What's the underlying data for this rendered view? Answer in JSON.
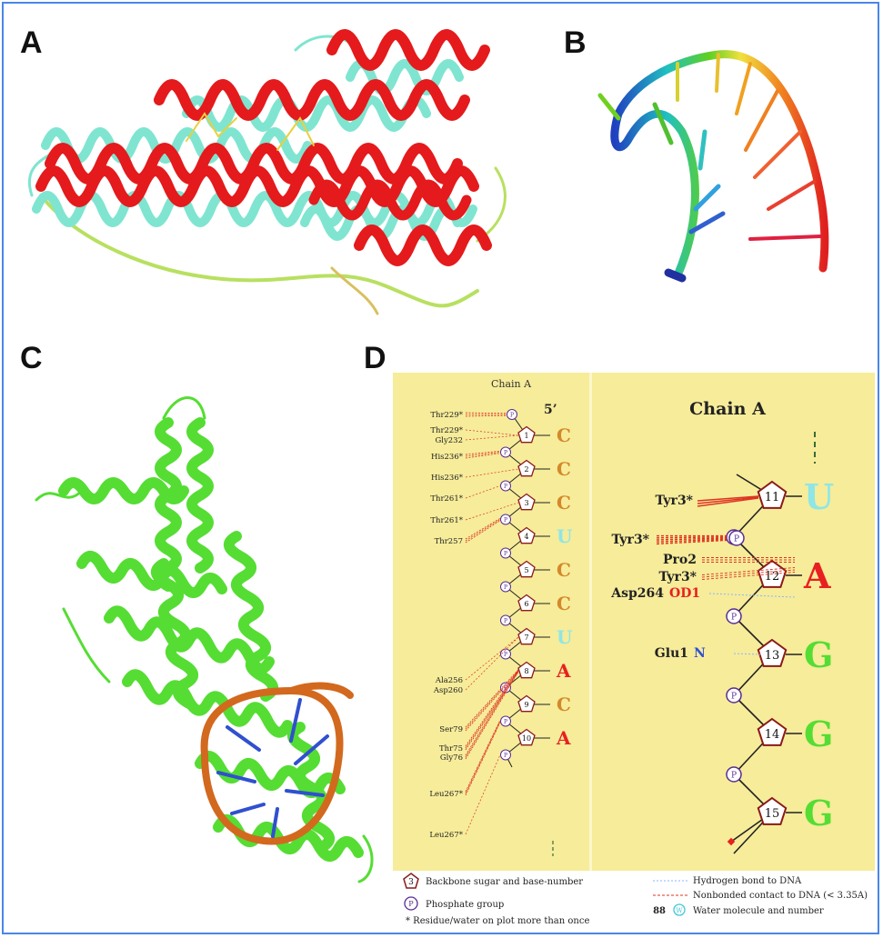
{
  "panels": {
    "a": {
      "letter": "A"
    },
    "b": {
      "letter": "B"
    },
    "c": {
      "letter": "C"
    },
    "d": {
      "letter": "D"
    }
  },
  "colors": {
    "helix_red": "#e41a1c",
    "helix_cyan": "#7fe5d0",
    "helix_green": "#55dd33",
    "rna_orange": "#d2691e",
    "rna_blue": "#3050d0",
    "panel_bg": "#f6ec9a",
    "hbond": "#8ab4ff",
    "nonbonded": "#dd3322",
    "phosphate": "#5a2d91",
    "sugar": "#8b1a1a",
    "base_C": "#d4882a",
    "base_U": "#8ee6e6",
    "base_A": "#e82020",
    "base_G": "#55dd33"
  },
  "left_plot": {
    "title": "Chain A",
    "end_label": "5’",
    "nucleotides": [
      {
        "num": "1",
        "base": "C"
      },
      {
        "num": "2",
        "base": "C"
      },
      {
        "num": "3",
        "base": "C"
      },
      {
        "num": "4",
        "base": "U"
      },
      {
        "num": "5",
        "base": "C"
      },
      {
        "num": "6",
        "base": "C"
      },
      {
        "num": "7",
        "base": "U"
      },
      {
        "num": "8",
        "base": "A"
      },
      {
        "num": "9",
        "base": "C"
      },
      {
        "num": "10",
        "base": "A"
      }
    ],
    "residues": [
      {
        "label": "Thr229*",
        "target": "P0"
      },
      {
        "label": "Thr229*",
        "target": "S1"
      },
      {
        "label": "Gly232",
        "target": "S1"
      },
      {
        "label": "His236*",
        "target": "P1"
      },
      {
        "label": "His236*",
        "target": "S2"
      },
      {
        "label": "Thr261*",
        "target": "P2"
      },
      {
        "label": "Thr261*",
        "target": "S3"
      },
      {
        "label": "Thr257",
        "target": "P3"
      },
      {
        "label": "Ala256",
        "target": "S7"
      },
      {
        "label": "Asp260",
        "target": "S7"
      },
      {
        "label": "Ser79",
        "target": "S8"
      },
      {
        "label": "Thr75",
        "target": "S8"
      },
      {
        "label": "Gly76",
        "target": "S8"
      },
      {
        "label": "Leu267*",
        "target": "P9"
      },
      {
        "label": "Leu267*",
        "target": "P10"
      }
    ]
  },
  "right_plot": {
    "title": "Chain A",
    "nucleotides": [
      {
        "num": "11",
        "base": "U"
      },
      {
        "num": "12",
        "base": "A"
      },
      {
        "num": "13",
        "base": "G"
      },
      {
        "num": "14",
        "base": "G"
      },
      {
        "num": "15",
        "base": "G"
      }
    ],
    "residues": [
      {
        "label": "Tyr3*",
        "atom": ""
      },
      {
        "label": "Tyr3*",
        "atom": ""
      },
      {
        "label": "Pro2",
        "atom": ""
      },
      {
        "label": "Tyr3*",
        "atom": ""
      },
      {
        "label": "Asp264",
        "atom": "OD1"
      },
      {
        "label": "Glu1",
        "atom": "N"
      }
    ]
  },
  "legend": {
    "sugar_num": "3",
    "sugar_text": "Backbone sugar and base-number",
    "phosphate_sym": "P",
    "phosphate_text": "Phosphate group",
    "note": "* Residue/water on plot more than once",
    "hbond_text": "Hydrogen bond to DNA",
    "nonbonded_text": "Nonbonded contact to DNA (< 3.35A)",
    "water_num": "88",
    "water_sym": "W",
    "water_text": "Water molecule and number"
  }
}
